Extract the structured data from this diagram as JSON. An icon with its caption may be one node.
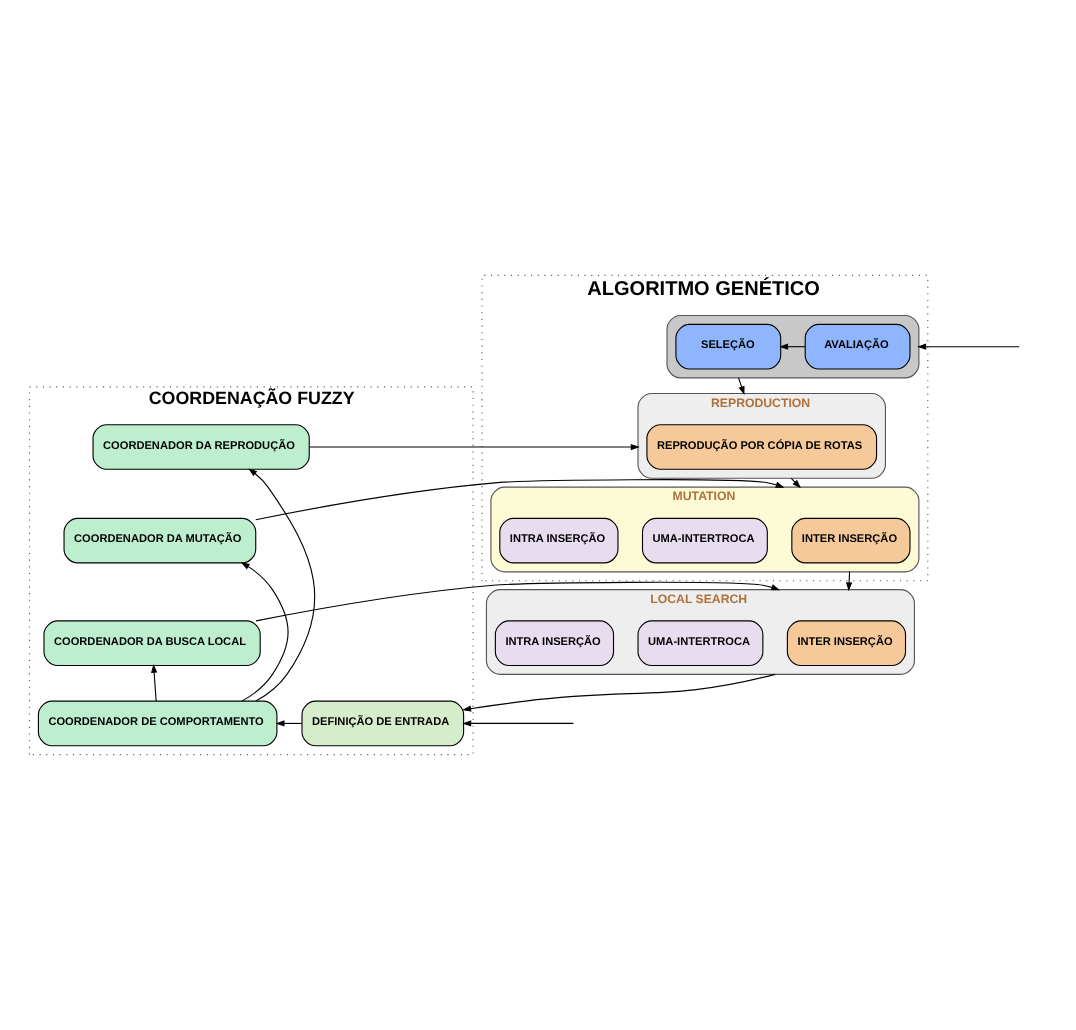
{
  "diagram": {
    "nodes": [
      {
        "text": [
          "ALGORITMO GENÉTICO"
        ]
      },
      {
        "text": [],
        "shape": "box",
        "in": 0
      },
      {
        "text": [
          "SELEÇÃO"
        ],
        "in": 1
      },
      {
        "text": [
          "AVALIAÇÃO"
        ],
        "in": 1
      },
      {
        "text": [
          "REPRODUCTION"
        ],
        "in": 0
      },
      {
        "text": [
          "REPRODUÇÃO POR CÓPIA DE ROTAS"
        ],
        "in": 4
      },
      {
        "text": [
          "MUTATION"
        ],
        "in": 0
      },
      {
        "text": [
          "INTER INSERÇÃO"
        ],
        "in": 6
      },
      {
        "text": [
          "UMA-INTERTROCA"
        ],
        "in": 6
      },
      {
        "text": [
          "INTRA INSERÇÃO"
        ],
        "in": 6
      },
      {
        "text": [
          "COORDENAÇÃO FUZZY"
        ]
      },
      {
        "text": [
          "COORDENADOR DA REPRODUÇÃO"
        ],
        "in": 10
      },
      {
        "text": [
          "COORDENADOR DA MUTAÇÃO"
        ],
        "in": 10
      },
      {
        "text": [
          "COORDENADOR DA BUSCA LOCAL"
        ],
        "in": 10
      },
      {
        "text": [
          "COORDENADOR DE COMPORTAMENTO"
        ],
        "in": 10
      },
      {
        "text": [
          "DEFINIÇÃO DE ENTRADA"
        ],
        "in": 10
      },
      {
        "text": [
          "LOCAL SEARCH"
        ]
      },
      {
        "text": [
          "INTER INSERÇÃO"
        ],
        "in": 16
      },
      {
        "text": [
          "UMA-INTERTROCA"
        ],
        "in": 16
      },
      {
        "text": [
          "INTRA INSERÇÃO"
        ],
        "in": 16
      }
    ],
    "edges": [
      {
        "from": null,
        "to": 1,
        "arrow": "to"
      },
      {
        "from": 3,
        "to": 2,
        "arrow": "to"
      },
      {
        "from": 1,
        "to": 4,
        "arrow": "to"
      },
      {
        "from": 4,
        "to": 6,
        "arrow": "to"
      },
      {
        "from": 6,
        "to": 16,
        "arrow": "to"
      },
      {
        "from": 11,
        "to": 4,
        "arrow": "to"
      },
      {
        "from": 12,
        "to": 6,
        "arrow": "to"
      },
      {
        "from": 13,
        "to": 16,
        "arrow": "to"
      },
      {
        "from": 16,
        "to": 15,
        "arrow": "to"
      },
      {
        "from": null,
        "to": 15,
        "arrow": "to"
      },
      {
        "from": 15,
        "to": 14,
        "arrow": "to"
      },
      {
        "from": 14,
        "to": 11,
        "arrow": "to"
      },
      {
        "from": 14,
        "to": 12,
        "arrow": "to"
      },
      {
        "from": 14,
        "to": 13,
        "arrow": "to"
      }
    ]
  }
}
